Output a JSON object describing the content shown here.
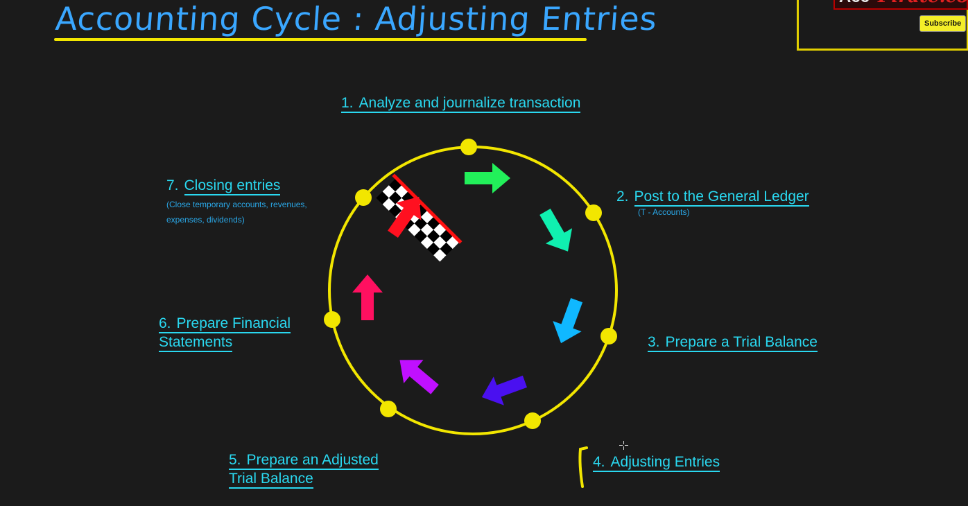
{
  "title": "Accounting Cycle : Adjusting Entries",
  "promo": {
    "logo_mark": "Acc",
    "logo_script": "Pirate.com",
    "subscribe_label": "Subscribe"
  },
  "steps": [
    {
      "number": "1.",
      "label": "Analyze and journalize transaction"
    },
    {
      "number": "2.",
      "label": "Post to the General Ledger",
      "note": "(T - Accounts)"
    },
    {
      "number": "3.",
      "label": "Prepare a Trial Balance"
    },
    {
      "number": "4.",
      "label": "Adjusting Entries"
    },
    {
      "number": "5.",
      "label": "Prepare an Adjusted",
      "label2": "Trial Balance"
    },
    {
      "number": "6.",
      "label": "Prepare Financial",
      "label2": "Statements"
    },
    {
      "number": "7.",
      "label": "Closing entries",
      "note": "(Close temporary accounts, revenues,",
      "note2": "expenses, dividends)"
    }
  ],
  "colors": {
    "title": "#3aa7ff",
    "step_text": "#2ad8f0",
    "circle": "#f2e600",
    "arrows": [
      "#22f05a",
      "#10f0b0",
      "#10b8ff",
      "#4a10f0",
      "#c010ff",
      "#ff1060",
      "#ff1020"
    ],
    "finish_flag": "#ff0000"
  },
  "icons": [
    "flow-arrow-icon",
    "checkered-flag-icon",
    "cursor-crosshair-icon"
  ]
}
